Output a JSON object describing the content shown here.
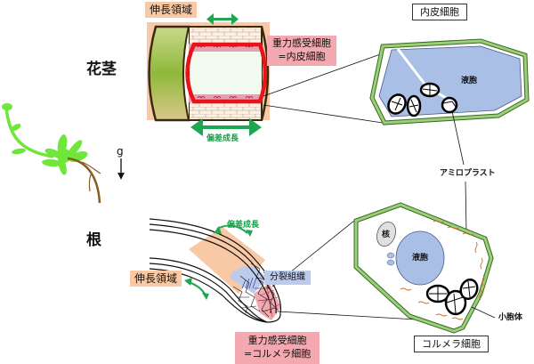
{
  "labels": {
    "stem": "花茎",
    "root": "根",
    "gravity": "g",
    "stem_elongation_zone": "伸長領域",
    "stem_gravity_cell": "重力感受細胞",
    "stem_gravity_cell_eq": "=内皮細胞",
    "stem_differential_growth": "偏差成長",
    "endodermal_cell": "内皮細胞",
    "vacuole_top": "液胞",
    "amyloplast": "アミロプラスト",
    "root_differential_growth": "偏差成長",
    "root_elongation_zone": "伸長領域",
    "meristem": "分裂組織",
    "root_gravity_cell": "重力感受細胞",
    "root_gravity_cell_eq": "=コルメラ細胞",
    "nucleus": "核",
    "vacuole_bottom": "液胞",
    "vesicle": "小胞体",
    "columella_cell": "コルメラ細胞"
  },
  "colors": {
    "plant_green": "#6ee63a",
    "root_brown": "#8a5a1e",
    "arrow_green": "#1ea650",
    "cell_wall": "#9bd07a",
    "vacuole": "#aabfe6",
    "gravity_red": "#e8141c",
    "elongation_orange": "#f9c9a6",
    "pink": "#f4a9b0",
    "meristem_blue": "#bccbec"
  }
}
